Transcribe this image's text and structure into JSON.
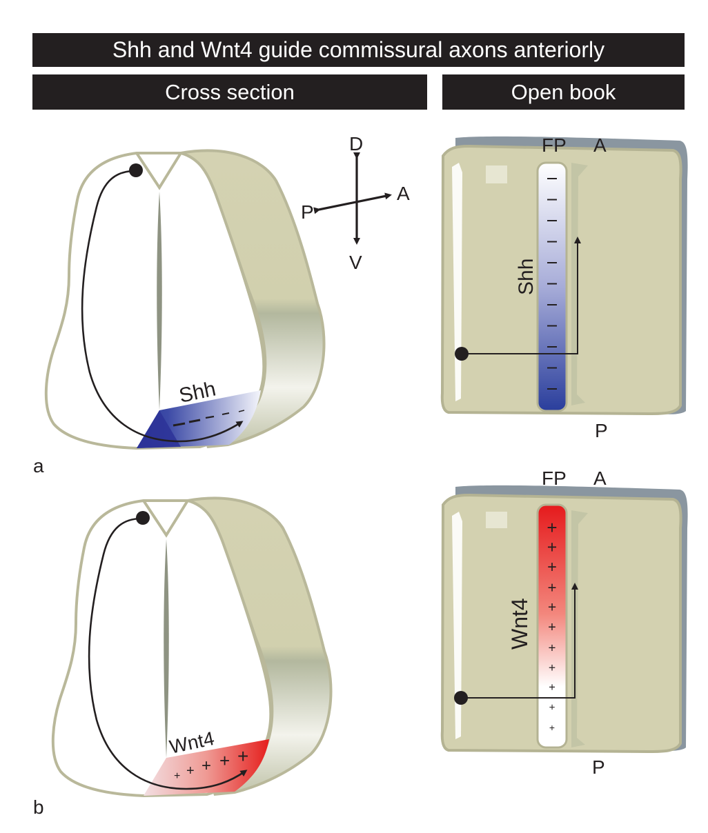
{
  "title": "Shh and Wnt4 guide commissural axons anteriorly",
  "headers": {
    "cross_section": "Cross section",
    "open_book": "Open book"
  },
  "axes": {
    "dorsal": "D",
    "ventral": "V",
    "anterior": "A",
    "posterior": "P"
  },
  "panels": {
    "a": {
      "label": "a",
      "molecule": "Shh",
      "gradient_sign": "−",
      "gradient_direction": "increasing toward posterior",
      "color_strong": "#2b3f9e",
      "color_weak": "#ffffff",
      "open_book": {
        "fp_label": "FP",
        "anterior_label": "A",
        "posterior_label": "P",
        "marks": [
          "−",
          "−",
          "−",
          "−",
          "−",
          "−",
          "−",
          "−",
          "−",
          "−",
          "−"
        ]
      }
    },
    "b": {
      "label": "b",
      "molecule": "Wnt4",
      "gradient_sign": "+",
      "gradient_direction": "increasing toward anterior",
      "color_strong": "#e8201e",
      "color_weak": "#ffffff",
      "open_book": {
        "fp_label": "FP",
        "anterior_label": "A",
        "posterior_label": "P",
        "marks": [
          "+",
          "+",
          "+",
          "+",
          "+",
          "+",
          "+",
          "+",
          "+",
          "+",
          "+"
        ]
      }
    }
  },
  "colors": {
    "header_bg": "#231f20",
    "tissue_fill": "#d3d1b0",
    "tissue_outline": "#b9b89a",
    "book_shadow": "#8a96a0"
  }
}
